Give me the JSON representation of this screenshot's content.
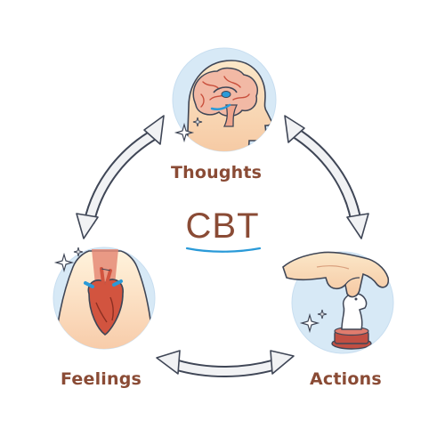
{
  "diagram": {
    "center_title": "CBT",
    "nodes": [
      {
        "label": "Thoughts",
        "icon": "brain-head-icon"
      },
      {
        "label": "Feelings",
        "icon": "heart-chest-icon"
      },
      {
        "label": "Actions",
        "icon": "hand-chess-icon"
      }
    ],
    "colors": {
      "label": "#8a4b35",
      "circle_fill": "#d7e9f6",
      "outline": "#3f4656",
      "accent_blue": "#2a9ad8",
      "organ_red": "#d2543f"
    }
  }
}
